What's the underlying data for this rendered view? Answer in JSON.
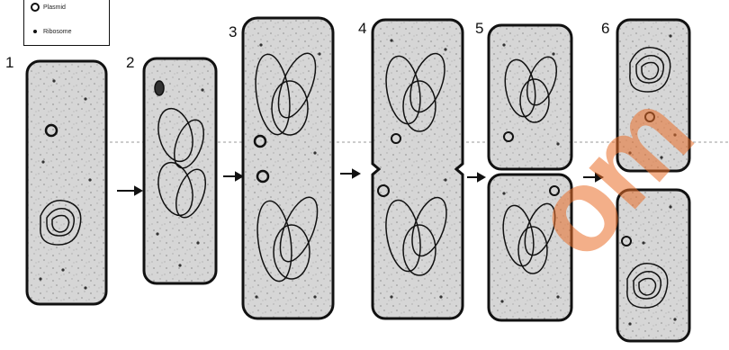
{
  "legend": {
    "items": [
      {
        "icon": "plasmid-icon",
        "label": "Plasmid"
      },
      {
        "icon": "ribosome-icon",
        "label": "Ribosome"
      }
    ]
  },
  "stages": [
    {
      "number": "1"
    },
    {
      "number": "2"
    },
    {
      "number": "3"
    },
    {
      "number": "4"
    },
    {
      "number": "5"
    },
    {
      "number": "6"
    }
  ],
  "colors": {
    "outline": "#111111",
    "cytoplasm": "#d9d9d9",
    "watermark": "#e96e28"
  },
  "watermark": {
    "text": "om"
  }
}
